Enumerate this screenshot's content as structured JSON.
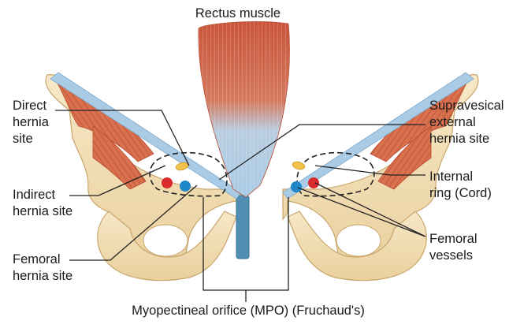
{
  "labels": {
    "title": "Rectus muscle",
    "direct": "Direct\nhernia\nsite",
    "indirect": "Indirect\nhernia site",
    "femoral_site": "Femoral\nhernia site",
    "supravesical": "Supravesical\nexternal\nhernia site",
    "internal_ring": "Internal\nring (Cord)",
    "femoral_vessels": "Femoral\nvessels",
    "mpo": "Myopectineal orifice (MPO) (Fruchaud's)"
  },
  "colors": {
    "bone": "#f3dfb6",
    "bone_edge": "#c9a56c",
    "muscle": "#d9714f",
    "muscle_dark": "#b84a2f",
    "ligament": "#a9cbe6",
    "symphysis": "#4f8fb3",
    "artery": "#d92b2b",
    "vein": "#1f86c8",
    "cord": "#f2c14e",
    "line": "#222222"
  }
}
